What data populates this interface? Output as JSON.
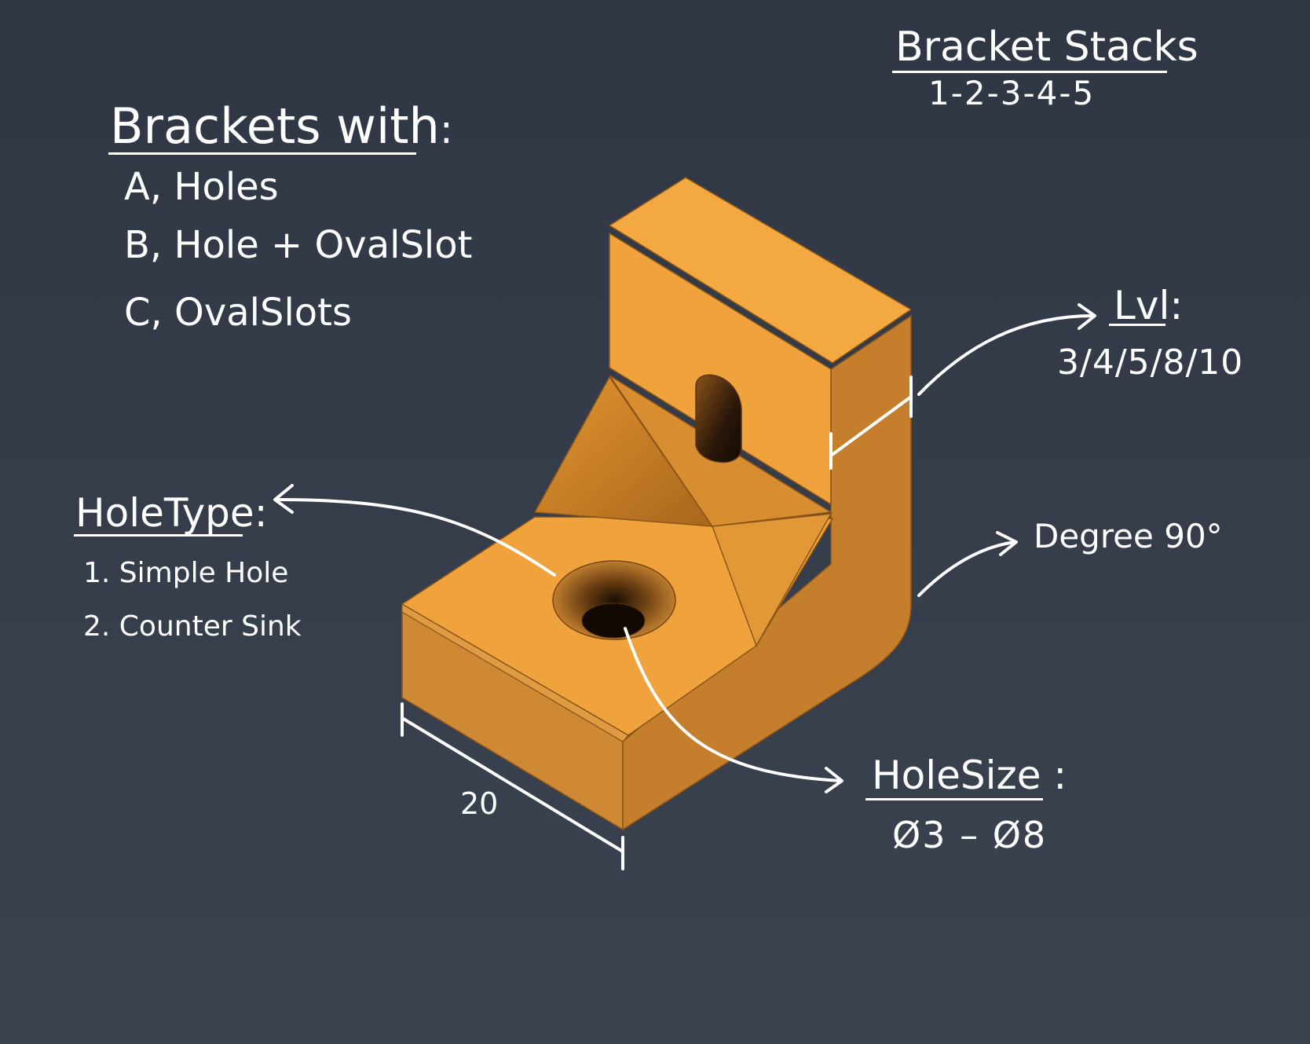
{
  "brackets": {
    "title": "Brackets with",
    "colon": ":",
    "items": [
      {
        "label": "A, Holes"
      },
      {
        "label": "B, Hole + OvalSlot"
      },
      {
        "label": "C, OvalSlots"
      }
    ]
  },
  "stacks": {
    "title": "Bracket Stacks",
    "values": "1-2-3-4-5"
  },
  "lvl": {
    "title": "Lvl",
    "colon": ":",
    "values": "3/4/5/8/10"
  },
  "hole_type": {
    "title": "HoleType",
    "colon": ":",
    "items": [
      {
        "label": "1. Simple Hole"
      },
      {
        "label": "2. Counter Sink"
      }
    ]
  },
  "degree": {
    "label": "Degree 90°"
  },
  "hole_size": {
    "title": "HoleSize",
    "colon": ":",
    "values": "Ø3 – Ø8"
  },
  "dimension": {
    "width_label": "20"
  },
  "colors": {
    "background": "#353c4a",
    "bracket_top": "#f0a23c",
    "bracket_side": "#c98430",
    "annotation": "#ffffff"
  }
}
